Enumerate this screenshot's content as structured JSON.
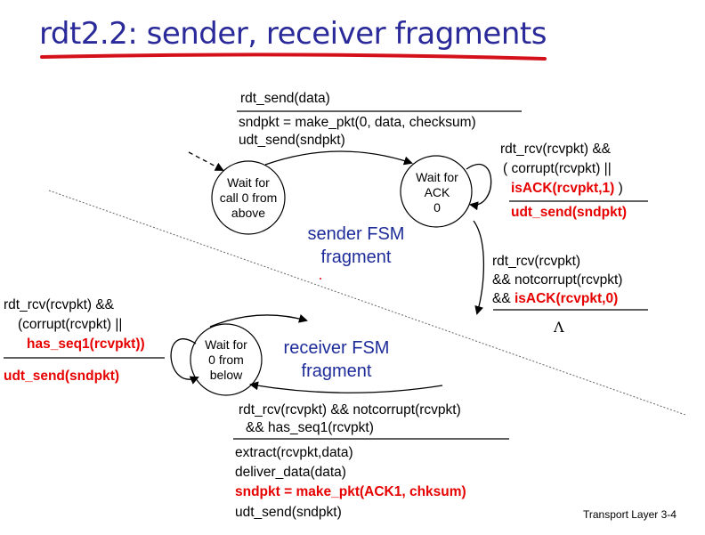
{
  "title": "rdt2.2: sender, receiver fragments",
  "sender": {
    "state_call0": [
      "Wait for",
      "call 0 from",
      "above"
    ],
    "state_ack0": [
      "Wait for",
      "ACK",
      "0"
    ],
    "fsm_label": [
      "sender FSM",
      "fragment"
    ],
    "t1_event": "rdt_send(data)",
    "t1_actions": [
      "sndpkt = make_pkt(0, data, checksum)",
      "udt_send(sndpkt)"
    ],
    "self_event_line1": "rdt_rcv(rcvpkt) &&",
    "self_event_line2": "( corrupt(rcvpkt) ||",
    "self_event_line3_red": "isACK(rcvpkt,1)",
    "self_event_line3_tail": " )",
    "self_action_red": "udt_send(sndpkt)",
    "t2_event_line1": "rdt_rcv(rcvpkt)",
    "t2_event_line2": "&& notcorrupt(rcvpkt)",
    "t2_event_line3_prefix": "&& ",
    "t2_event_line3_red": "isACK(rcvpkt,0)",
    "t2_action": "Λ"
  },
  "receiver": {
    "state_below0": [
      "Wait for",
      "0 from",
      "below"
    ],
    "fsm_label": [
      "receiver FSM",
      "fragment"
    ],
    "self_event_line1": "rdt_rcv(rcvpkt) &&",
    "self_event_line2": "(corrupt(rcvpkt) ||",
    "self_event_line3_red": "has_seq1(rcvpkt))",
    "self_action_red": "udt_send(sndpkt)",
    "t_event_line1": "rdt_rcv(rcvpkt) && notcorrupt(rcvpkt)",
    "t_event_line2": "&& has_seq1(rcvpkt)",
    "t_action1": "extract(rcvpkt,data)",
    "t_action2": "deliver_data(data)",
    "t_action3_red": "sndpkt = make_pkt(ACK1, chksum)",
    "t_action4": "udt_send(sndpkt)"
  },
  "footer": "Transport Layer 3-4",
  "colors": {
    "title": "#2a2a9a",
    "underline": "#d4111a",
    "red_text": "#e60000",
    "fsm_label": "#1e2c9a"
  }
}
